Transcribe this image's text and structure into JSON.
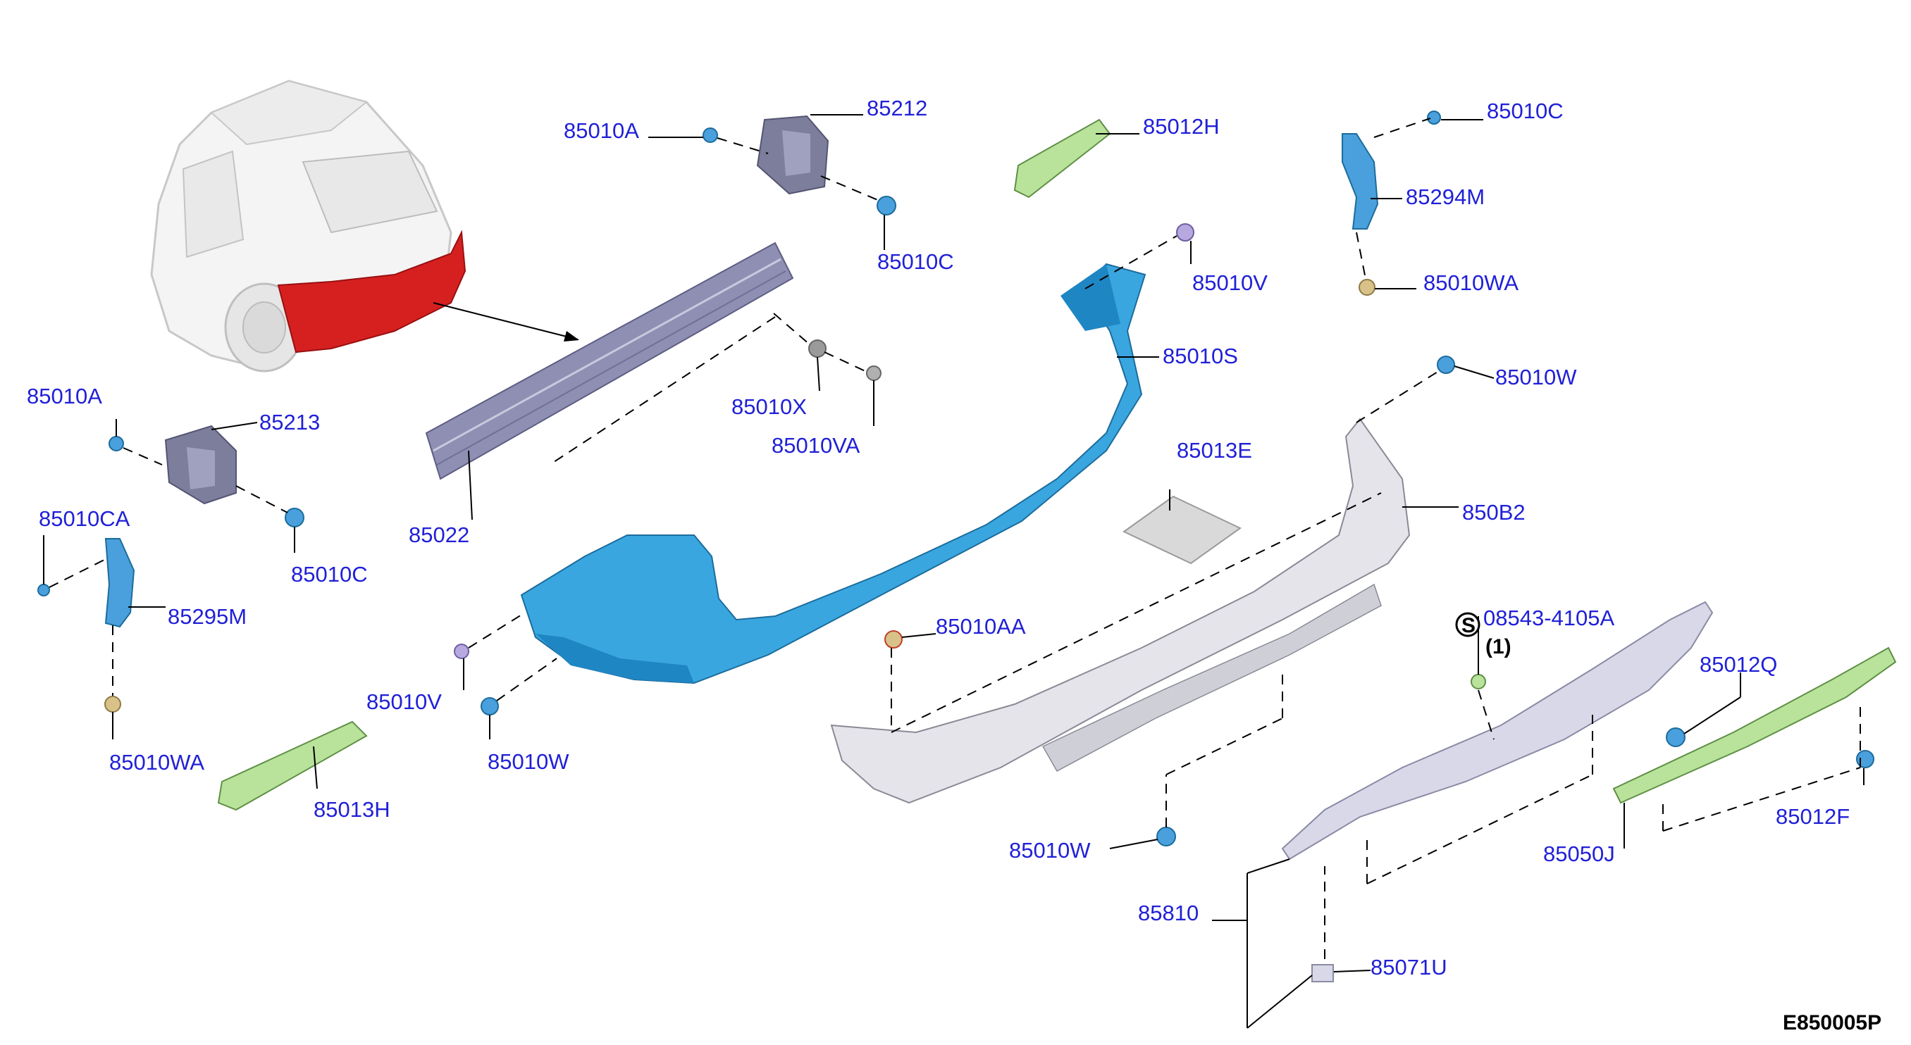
{
  "diagram_code": "E850005P",
  "colors": {
    "label": "#2020d8",
    "bumper_fascia": "#3aa6e0",
    "fascia_shadow": "#1f86c4",
    "reinforcement": "#8f8fb4",
    "bumper_cover": "#e4e4ea",
    "bracket_green": "#b9e39b",
    "clip_blue": "#4aa0dc",
    "tan_clip": "#d8c28a",
    "vehicle_red": "#d62020"
  },
  "labels": {
    "p85010A_top": "85010A",
    "p85212": "85212",
    "p85010C_mid": "85010C",
    "p85012H": "85012H",
    "p85010C_right": "85010C",
    "p85294M": "85294M",
    "p85010WA_right": "85010WA",
    "p85010V_top": "85010V",
    "p85010S": "85010S",
    "p85010W_right": "85010W",
    "p85010X": "85010X",
    "p85010VA": "85010VA",
    "p85010A_left": "85010A",
    "p85213": "85213",
    "p85010C_left": "85010C",
    "p85010CA": "85010CA",
    "p85295M": "85295M",
    "p85010WA_left": "85010WA",
    "p85022": "85022",
    "p85013E": "85013E",
    "p850B2": "850B2",
    "p08543": "08543-4105A",
    "p08543_qty": "(1)",
    "p85010AA": "85010AA",
    "p85012Q": "85012Q",
    "p85010V_low": "85010V",
    "p85010W_low": "85010W",
    "p85013H": "85013H",
    "p85010W_bottom": "85010W",
    "p85012F": "85012F",
    "p85050J": "85050J",
    "p85810": "85810",
    "p85071U": "85071U",
    "screw_symbol": "S"
  }
}
